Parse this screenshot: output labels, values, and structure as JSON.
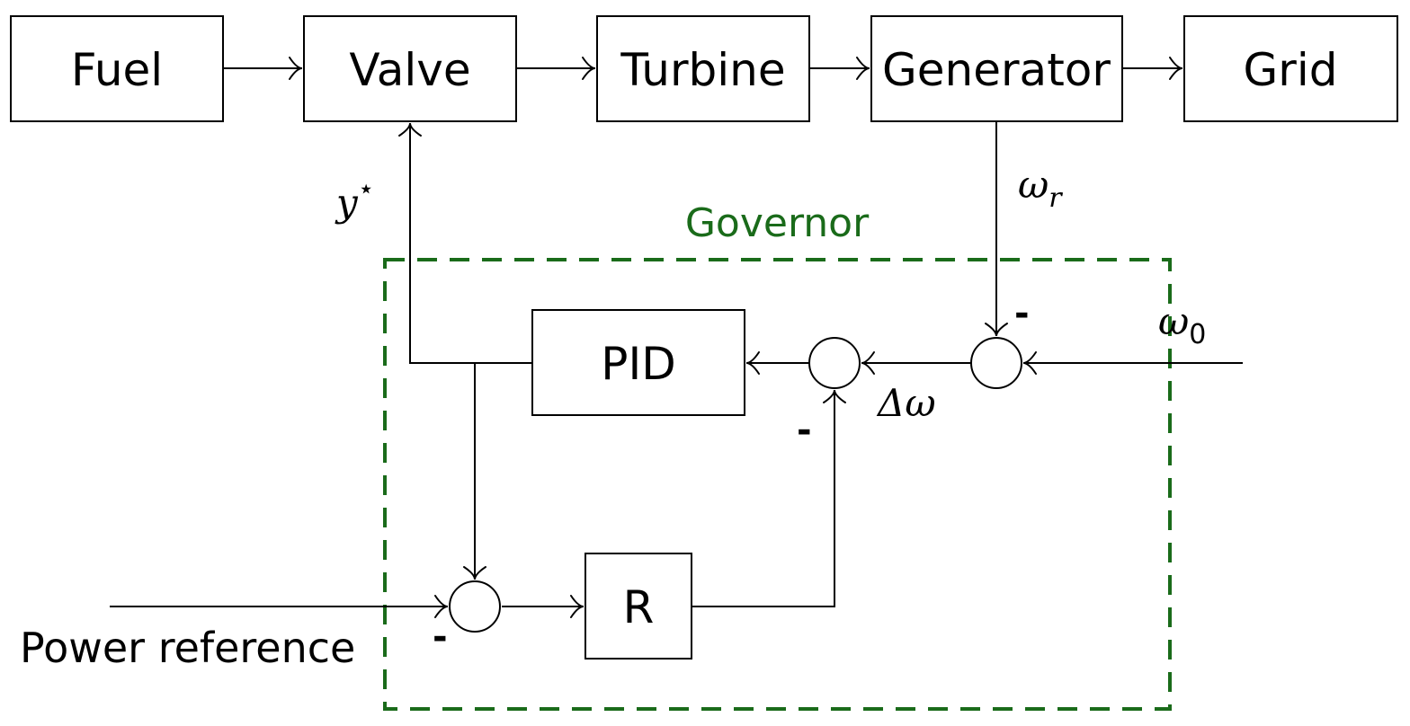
{
  "blocks": {
    "fuel": "Fuel",
    "valve": "Valve",
    "turbine": "Turbine",
    "generator": "Generator",
    "grid": "Grid",
    "pid": "PID",
    "r": "R"
  },
  "governor": {
    "label": "Governor",
    "color": "#1a6b1a"
  },
  "signals": {
    "y_star": "y",
    "y_star_sup": "⋆",
    "omega_r": "ω",
    "omega_r_sub": "r",
    "omega_0": "ω",
    "omega_0_sub": "0",
    "delta_omega": "Δω",
    "power_reference": "Power reference"
  },
  "signs": {
    "omega_r_sign": "-",
    "r_feedback_sign": "-",
    "power_ref_sign": "-"
  }
}
